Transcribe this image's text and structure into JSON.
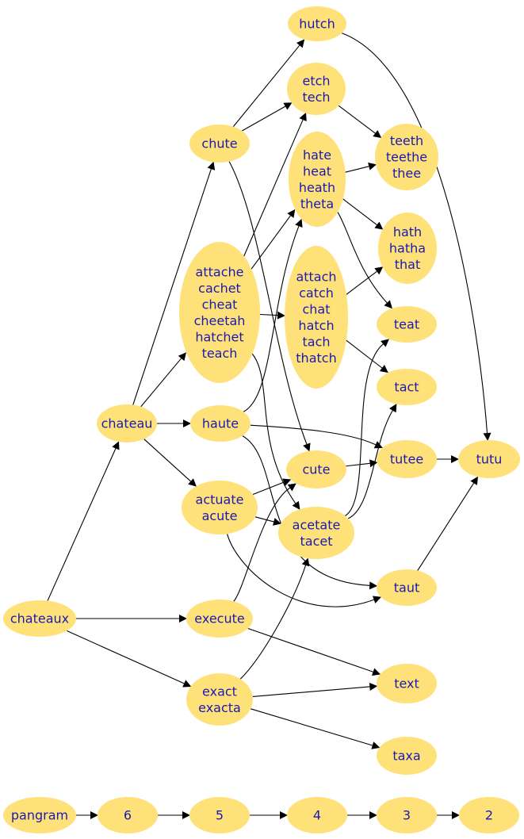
{
  "nodes": [
    {
      "id": "hutch",
      "lines": [
        "hutch"
      ]
    },
    {
      "id": "etch",
      "lines": [
        "etch",
        "tech"
      ]
    },
    {
      "id": "chute",
      "lines": [
        "chute"
      ]
    },
    {
      "id": "teeth",
      "lines": [
        "teeth",
        "teethe",
        "thee"
      ]
    },
    {
      "id": "hate",
      "lines": [
        "hate",
        "heat",
        "heath",
        "theta"
      ]
    },
    {
      "id": "hath",
      "lines": [
        "hath",
        "hatha",
        "that"
      ]
    },
    {
      "id": "attache",
      "lines": [
        "attache",
        "cachet",
        "cheat",
        "cheetah",
        "hatchet",
        "teach"
      ]
    },
    {
      "id": "attach",
      "lines": [
        "attach",
        "catch",
        "chat",
        "hatch",
        "tach",
        "thatch"
      ]
    },
    {
      "id": "teat",
      "lines": [
        "teat"
      ]
    },
    {
      "id": "tact",
      "lines": [
        "tact"
      ]
    },
    {
      "id": "chateau",
      "lines": [
        "chateau"
      ]
    },
    {
      "id": "haute",
      "lines": [
        "haute"
      ]
    },
    {
      "id": "cute",
      "lines": [
        "cute"
      ]
    },
    {
      "id": "tutee",
      "lines": [
        "tutee"
      ]
    },
    {
      "id": "tutu",
      "lines": [
        "tutu"
      ]
    },
    {
      "id": "actuate",
      "lines": [
        "actuate",
        "acute"
      ]
    },
    {
      "id": "acetate",
      "lines": [
        "acetate",
        "tacet"
      ]
    },
    {
      "id": "taut",
      "lines": [
        "taut"
      ]
    },
    {
      "id": "chateaux",
      "lines": [
        "chateaux"
      ]
    },
    {
      "id": "execute",
      "lines": [
        "execute"
      ]
    },
    {
      "id": "text",
      "lines": [
        "text"
      ]
    },
    {
      "id": "exact",
      "lines": [
        "exact",
        "exacta"
      ]
    },
    {
      "id": "taxa",
      "lines": [
        "taxa"
      ]
    },
    {
      "id": "pangram",
      "lines": [
        "pangram"
      ]
    },
    {
      "id": "n6",
      "lines": [
        "6"
      ]
    },
    {
      "id": "n5",
      "lines": [
        "5"
      ]
    },
    {
      "id": "n4",
      "lines": [
        "4"
      ]
    },
    {
      "id": "n3",
      "lines": [
        "3"
      ]
    },
    {
      "id": "n2",
      "lines": [
        "2"
      ]
    }
  ],
  "edges": [
    [
      "chute",
      "hutch"
    ],
    [
      "chute",
      "etch"
    ],
    [
      "chute",
      "cute"
    ],
    [
      "hutch",
      "tutu"
    ],
    [
      "etch",
      "teeth"
    ],
    [
      "hate",
      "teeth"
    ],
    [
      "hate",
      "hath"
    ],
    [
      "hate",
      "teat"
    ],
    [
      "attache",
      "etch"
    ],
    [
      "attache",
      "hate"
    ],
    [
      "attache",
      "attach"
    ],
    [
      "attache",
      "acetate"
    ],
    [
      "attach",
      "hath"
    ],
    [
      "attach",
      "tact"
    ],
    [
      "chateau",
      "chute"
    ],
    [
      "chateau",
      "attache"
    ],
    [
      "chateau",
      "haute"
    ],
    [
      "chateau",
      "actuate"
    ],
    [
      "haute",
      "hate"
    ],
    [
      "haute",
      "tutee"
    ],
    [
      "haute",
      "taut"
    ],
    [
      "cute",
      "tutee"
    ],
    [
      "tutee",
      "tutu"
    ],
    [
      "actuate",
      "cute"
    ],
    [
      "actuate",
      "acetate"
    ],
    [
      "actuate",
      "taut"
    ],
    [
      "acetate",
      "teat"
    ],
    [
      "acetate",
      "tact"
    ],
    [
      "taut",
      "tutu"
    ],
    [
      "chateaux",
      "chateau"
    ],
    [
      "chateaux",
      "execute"
    ],
    [
      "chateaux",
      "exact"
    ],
    [
      "execute",
      "cute"
    ],
    [
      "execute",
      "text"
    ],
    [
      "exact",
      "acetate"
    ],
    [
      "exact",
      "text"
    ],
    [
      "exact",
      "taxa"
    ],
    [
      "pangram",
      "n6"
    ],
    [
      "n6",
      "n5"
    ],
    [
      "n5",
      "n4"
    ],
    [
      "n4",
      "n3"
    ],
    [
      "n3",
      "n2"
    ]
  ]
}
